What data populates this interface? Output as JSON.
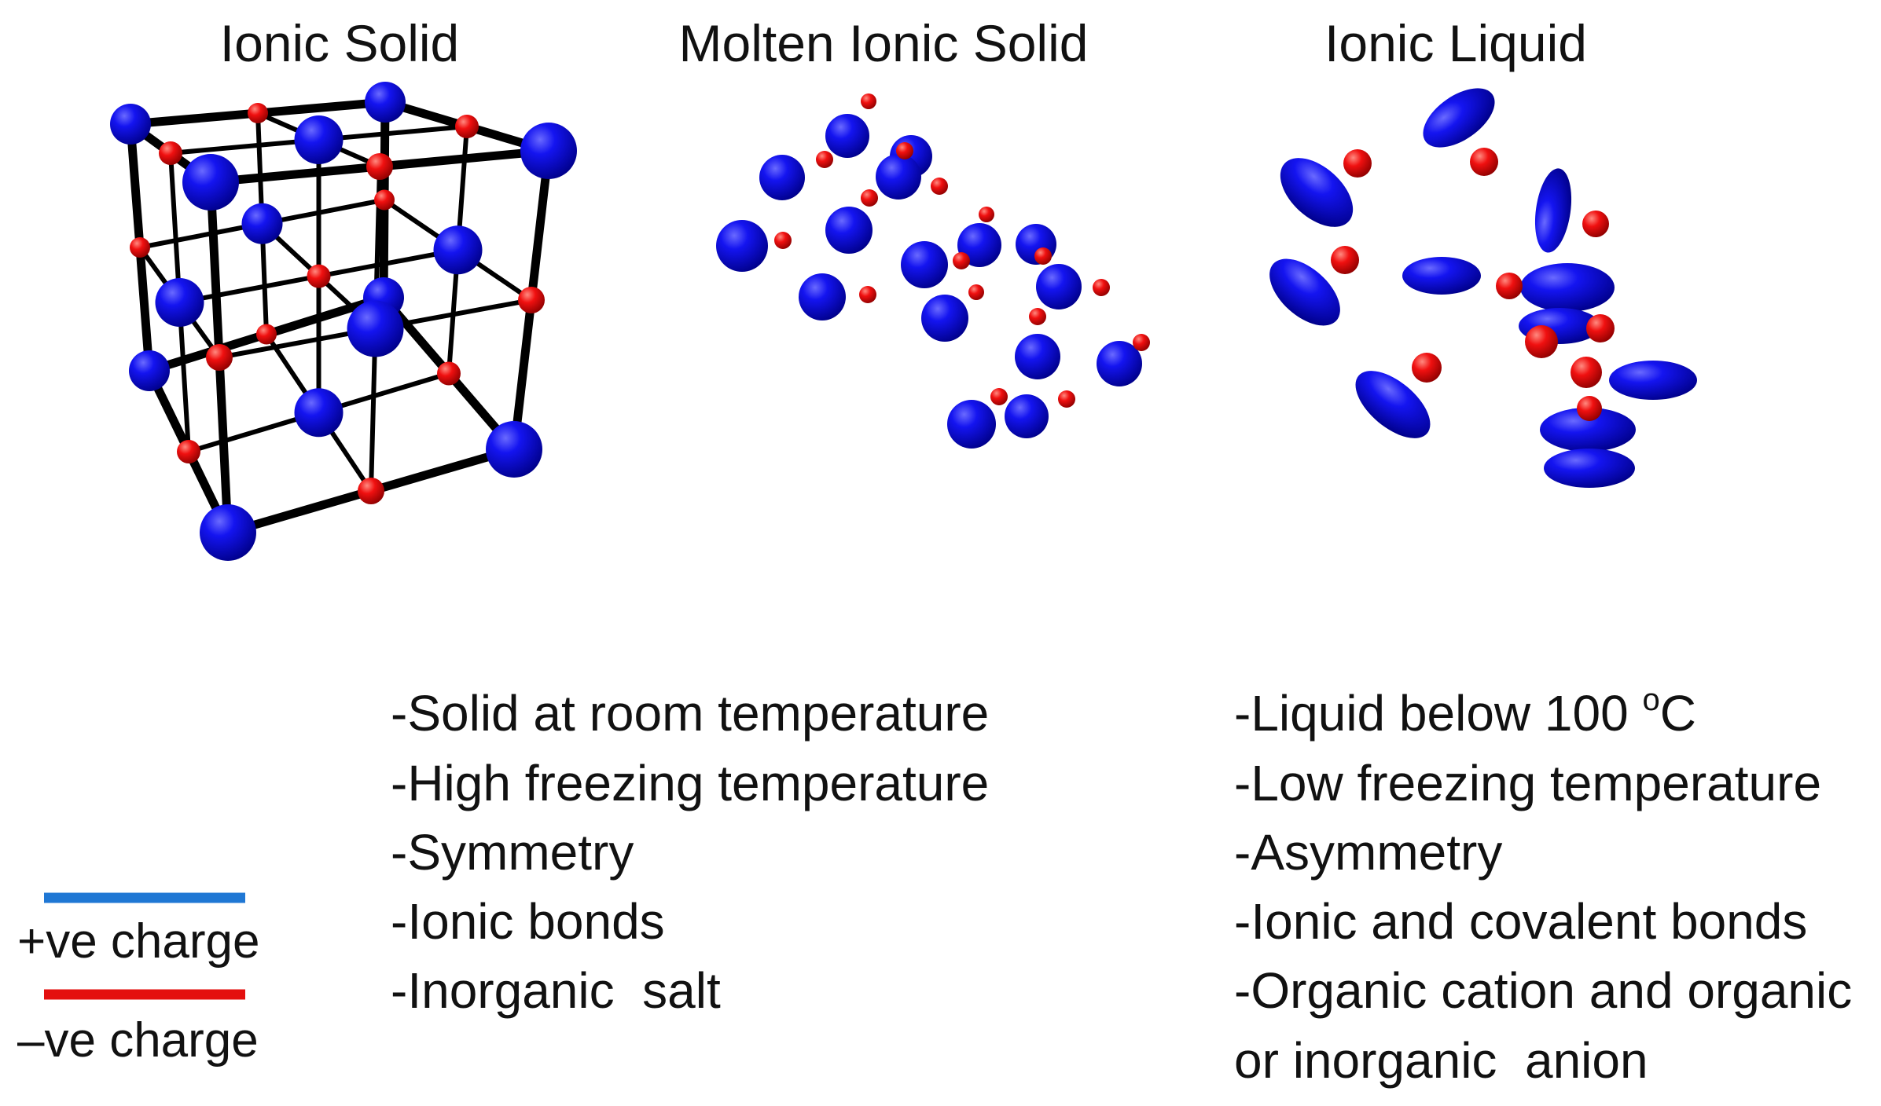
{
  "panels": {
    "ionic_solid": {
      "title": "Ionic Solid"
    },
    "molten_ionic_solid": {
      "title": "Molten Ionic Solid"
    },
    "ionic_liquid": {
      "title": "Ionic Liquid"
    }
  },
  "colors": {
    "cation": "#0b0bd6",
    "anion": "#e4100f",
    "positive_line": "#1f77d4",
    "negative_line": "#e4100f",
    "bond": "#000000"
  },
  "properties": {
    "molten_ionic_solid": [
      "-Solid at room temperature",
      "-High freezing temperature",
      "-Symmetry",
      "-Ionic bonds",
      "-Inorganic  salt"
    ],
    "ionic_liquid": {
      "line1_prefix": "-Liquid below 100 ",
      "line1_degree": "o",
      "line1_suffix": "C",
      "lines": [
        "-Low freezing temperature",
        "-Asymmetry",
        "-Ionic and covalent bonds",
        "-Organic cation and organic",
        "or inorganic  anion"
      ]
    }
  },
  "legend": {
    "positive": "+ve charge",
    "negative": "–ve charge"
  }
}
